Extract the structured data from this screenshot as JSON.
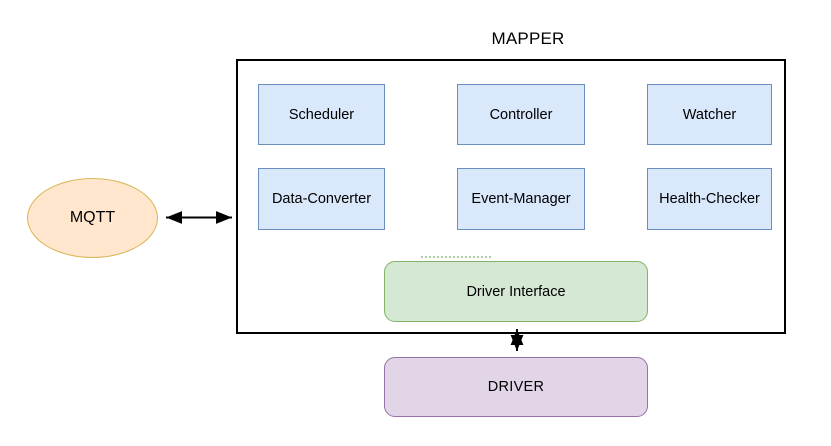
{
  "diagram": {
    "title": "MAPPER",
    "container_label": "MAPPER",
    "components": [
      {
        "label": "Scheduler",
        "row": 1,
        "col": 1
      },
      {
        "label": "Controller",
        "row": 1,
        "col": 2
      },
      {
        "label": "Watcher",
        "row": 1,
        "col": 3
      },
      {
        "label": "Data-Converter",
        "row": 2,
        "col": 1
      },
      {
        "label": "Event-Manager",
        "row": 2,
        "col": 2
      },
      {
        "label": "Health-Checker",
        "row": 2,
        "col": 3
      }
    ],
    "driver_interface": {
      "label": "Driver Interface"
    },
    "driver": {
      "label": "DRIVER"
    },
    "mqtt": {
      "label": "MQTT"
    },
    "connectors": [
      {
        "name": "mqtt-to-mapper",
        "kind": "double-headed-arrow",
        "orientation": "horizontal"
      },
      {
        "name": "driver-interface-to-driver",
        "kind": "double-headed-arrow",
        "orientation": "vertical"
      }
    ],
    "colors": {
      "component_fill": "#dae8fc",
      "component_stroke": "#6c8ebf",
      "driver_interface_fill": "#d5e8d4",
      "driver_interface_stroke": "#82b366",
      "driver_fill": "#e1d5e7",
      "driver_stroke": "#9673a6",
      "mqtt_fill": "#ffe6cc",
      "mqtt_stroke": "#d6b656",
      "container_stroke": "#000000",
      "arrow": "#000000",
      "text": "#000000"
    }
  }
}
